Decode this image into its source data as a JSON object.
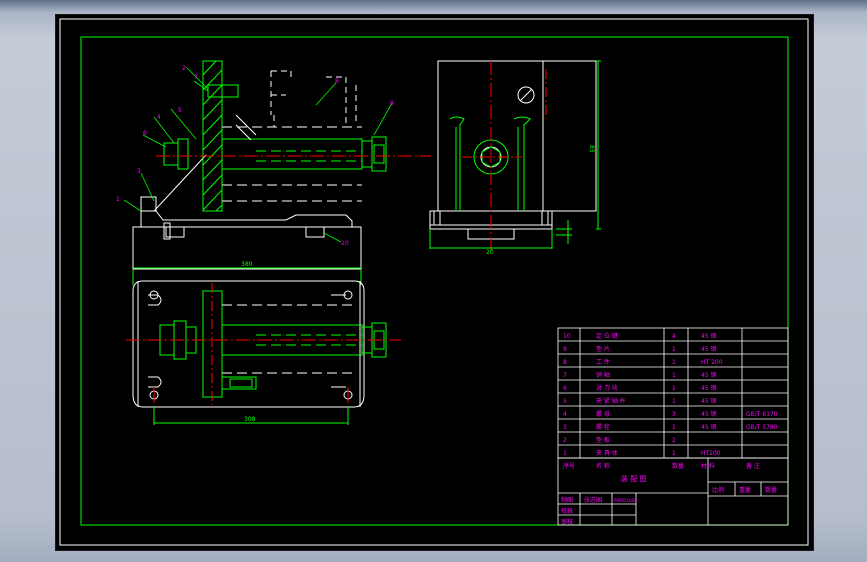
{
  "colors": {
    "background": "#000000",
    "outline": "#ffffff",
    "frame": "#00ff00",
    "label_text": "#ff00ff",
    "center_line": "#ff0000",
    "dimension": "#00ff00"
  },
  "leaders": [
    "1",
    "2",
    "3",
    "4",
    "5",
    "6",
    "7",
    "8",
    "9",
    "10"
  ],
  "dimensions": {
    "front_width": "380",
    "top_width": "308",
    "side_width": "20",
    "side_height": "85"
  },
  "bom": {
    "rows": [
      {
        "no": "10",
        "name": "定 位 键",
        "qty": "4",
        "material": "45 钢",
        "note": ""
      },
      {
        "no": "9",
        "name": "垫  片",
        "qty": "1",
        "material": "45 钢",
        "note": ""
      },
      {
        "no": "8",
        "name": "工  件",
        "qty": "1",
        "material": "HT 200",
        "note": ""
      },
      {
        "no": "7",
        "name": "销  轴",
        "qty": "1",
        "material": "45 钢",
        "note": ""
      },
      {
        "no": "6",
        "name": "对 刀 块",
        "qty": "1",
        "material": "45 钢",
        "note": ""
      },
      {
        "no": "5",
        "name": "夹 紧 轴 杆",
        "qty": "1",
        "material": "45 钢",
        "note": ""
      },
      {
        "no": "4",
        "name": "螺  母",
        "qty": "3",
        "material": "45 钢",
        "note": "GB/T 6170"
      },
      {
        "no": "3",
        "name": "螺  栓",
        "qty": "1",
        "material": "45 钢",
        "note": "GB/T 5780"
      },
      {
        "no": "2",
        "name": "垫  板",
        "qty": "2",
        "material": "",
        "note": ""
      },
      {
        "no": "1",
        "name": "夹 具 体",
        "qty": "1",
        "material": "HT200",
        "note": ""
      }
    ],
    "header": {
      "no": "序号",
      "name": "名 称",
      "qty": "数量",
      "material": "材 料",
      "note": "备 注"
    }
  },
  "title_block": {
    "title": "装 配 图",
    "scale_label": "比例",
    "weight_label": "重量",
    "qty_label": "数量",
    "drawn_label": "制图",
    "drawn_name": "张志国",
    "drawn_code": "P98051006",
    "check_label": "校核",
    "review_label": "审核"
  }
}
